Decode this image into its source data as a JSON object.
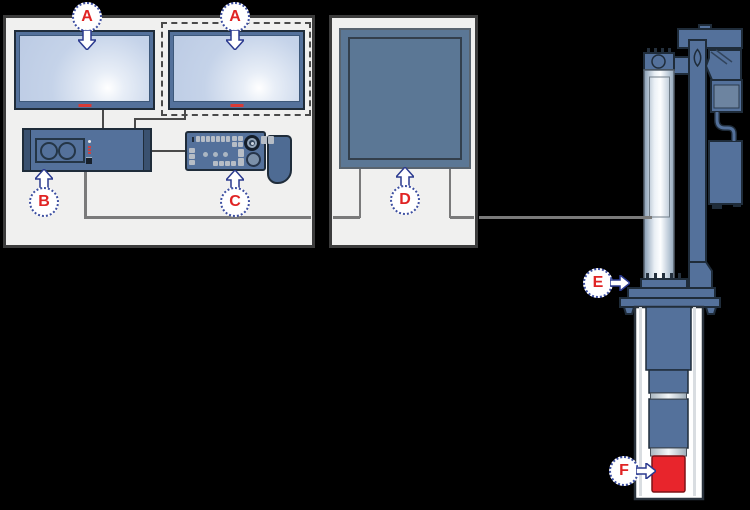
{
  "colors": {
    "background": "#000000",
    "panel_fill": "#f0f0ef",
    "panel_border": "#3c3c3c",
    "device_fill": "#54719b",
    "device_fill_dark": "#3a5170",
    "device_border": "#1f2c3a",
    "screen_fill": "#c5d3e9",
    "display_fill": "#5b7795",
    "display_border": "#59646f",
    "display_inner_border": "#333f4c",
    "cable_gray": "#7a7a7a",
    "cable_dark": "#4a4a4a",
    "accent_red": "#d93a35",
    "camera_red": "#e8252c",
    "balloon_border": "#3d4fa1",
    "balloon_letter": "#e02424",
    "arrow_outline": "#2b3a8f",
    "button_gray": "#b6bdc6"
  },
  "diagram": {
    "callouts": {
      "monitor_left": "A",
      "monitor_right": "A",
      "base_unit": "B",
      "control_panel": "C",
      "display": "D",
      "wellhead": "E",
      "camera_probe": "F"
    }
  }
}
